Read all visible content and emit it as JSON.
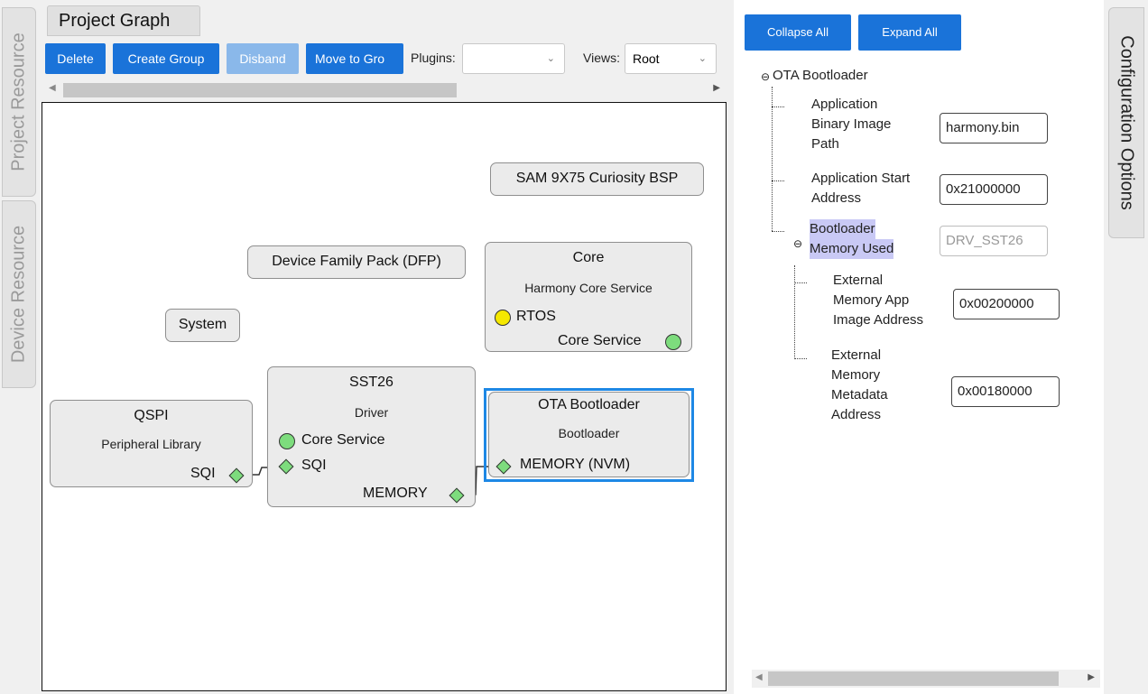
{
  "left_tabs": {
    "project_resource": "Project Resource",
    "device_resource": "Device Resource"
  },
  "right_tab": "Configuration Options",
  "graph": {
    "title": "Project Graph",
    "toolbar": {
      "delete": "Delete",
      "create_group": "Create Group",
      "disband": "Disband",
      "move_to_group": "Move to Gro",
      "plugins_label": "Plugins:",
      "plugins_value": "",
      "views_label": "Views:",
      "views_value": "Root"
    },
    "nodes": {
      "bsp": {
        "title": "SAM 9X75 Curiosity BSP"
      },
      "dfp": {
        "title": "Device Family Pack (DFP)"
      },
      "system": {
        "title": "System"
      },
      "core": {
        "title": "Core",
        "subtitle": "Harmony Core Service",
        "port_rtos": "RTOS",
        "port_core_service": "Core Service"
      },
      "qspi": {
        "title": "QSPI",
        "subtitle": "Peripheral Library",
        "port_sqi": "SQI"
      },
      "sst26": {
        "title": "SST26",
        "subtitle": "Driver",
        "port_core_service": "Core Service",
        "port_sqi": "SQI",
        "port_memory": "MEMORY"
      },
      "ota": {
        "title": "OTA Bootloader",
        "subtitle": "Bootloader",
        "port_memory": "MEMORY (NVM)"
      }
    },
    "colors": {
      "port_green": "#7ddc7d",
      "port_yellow": "#f5e800",
      "selected_border": "#1e88e5"
    }
  },
  "config": {
    "collapse_all": "Collapse All",
    "expand_all": "Expand All",
    "root": {
      "label": "OTA Bootloader",
      "toggle": "⊖"
    },
    "items": [
      {
        "label_lines": [
          "Application",
          "Binary Image",
          "Path"
        ],
        "value": "harmony.bin"
      },
      {
        "label_lines": [
          "Application Start",
          "Address"
        ],
        "value": "0x21000000"
      },
      {
        "label_lines": [
          "Bootloader",
          "Memory Used"
        ],
        "value": "DRV_SST26",
        "toggle": "⊖"
      }
    ],
    "subitems": [
      {
        "label_lines": [
          "External",
          "Memory App",
          "Image Address"
        ],
        "value": "0x00200000"
      },
      {
        "label_lines": [
          "External",
          "Memory",
          "Metadata",
          "Address"
        ],
        "value": "0x00180000"
      }
    ]
  }
}
